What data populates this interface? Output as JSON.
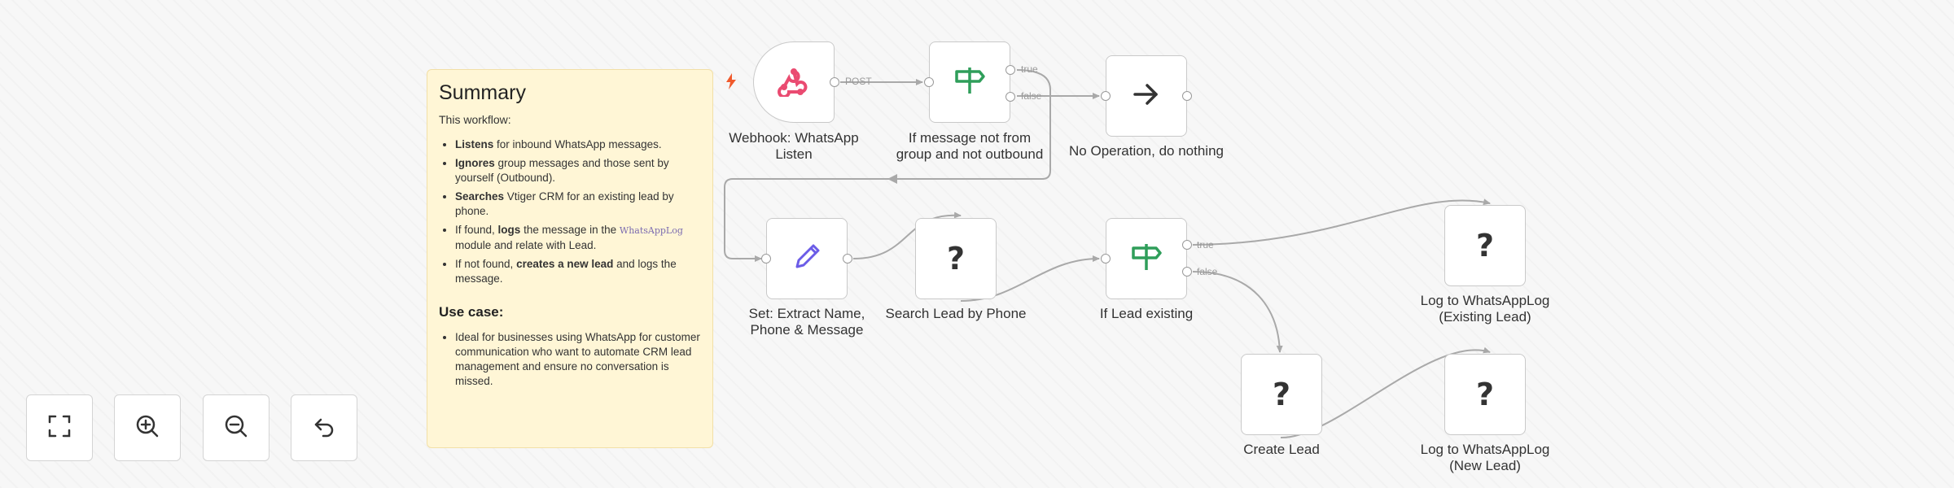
{
  "canvas": {
    "edge_color": "#a9a9a9",
    "accent_green": "#2f9e5a",
    "accent_purple": "#6b5ce7",
    "webhook_color": "#ea4b71",
    "sticky_bg": "#fff6d6"
  },
  "sticky": {
    "title": "Summary",
    "intro": "This workflow:",
    "items": [
      {
        "bold": "Listens",
        "text": " for inbound WhatsApp messages."
      },
      {
        "bold": "Ignores",
        "text": " group messages and those sent by yourself (Outbound)."
      },
      {
        "bold": "Searches",
        "text": " Vtiger CRM for an existing lead by phone."
      },
      {
        "pre": "If found, ",
        "bold": "logs",
        "text": " the message in the ",
        "code": "WhatsAppLog",
        "text2": " module and relate with Lead."
      },
      {
        "pre": "If not found, ",
        "bold": "creates a new lead",
        "text": " and logs the message."
      }
    ],
    "use_case_title": "Use case:",
    "use_case_items": [
      "Ideal for businesses using WhatsApp for customer communication who want to automate CRM lead management and ensure no conversation is missed."
    ]
  },
  "nodes": {
    "webhook": {
      "label_1": "Webhook: WhatsApp",
      "label_2": "Listen",
      "port_label": "POST",
      "icon": "webhook-icon"
    },
    "if_message": {
      "label_1": "If message not from",
      "label_2": "group and not outbound",
      "true_label": "true",
      "false_label": "false",
      "icon": "signpost-icon"
    },
    "noop": {
      "label_1": "No Operation, do nothing",
      "icon": "arrow-right-icon"
    },
    "set_extract": {
      "label_1": "Set: Extract Name,",
      "label_2": "Phone & Message",
      "icon": "pencil-icon"
    },
    "search_lead": {
      "label_1": "Search Lead by Phone",
      "glyph": "?"
    },
    "if_lead": {
      "label_1": "If Lead existing",
      "true_label": "true",
      "false_label": "false",
      "icon": "signpost-icon"
    },
    "log_existing": {
      "label_1": "Log to WhatsAppLog",
      "label_2": "(Existing Lead)",
      "glyph": "?"
    },
    "create_lead": {
      "label_1": "Create Lead",
      "glyph": "?"
    },
    "log_new": {
      "label_1": "Log to WhatsAppLog",
      "label_2": "(New Lead)",
      "glyph": "?"
    }
  },
  "controls": [
    {
      "name": "fit-view-button",
      "icon": "fullscreen-icon"
    },
    {
      "name": "zoom-in-button",
      "icon": "zoom-in-icon"
    },
    {
      "name": "zoom-out-button",
      "icon": "zoom-out-icon"
    },
    {
      "name": "reset-zoom-button",
      "icon": "undo-icon"
    }
  ]
}
